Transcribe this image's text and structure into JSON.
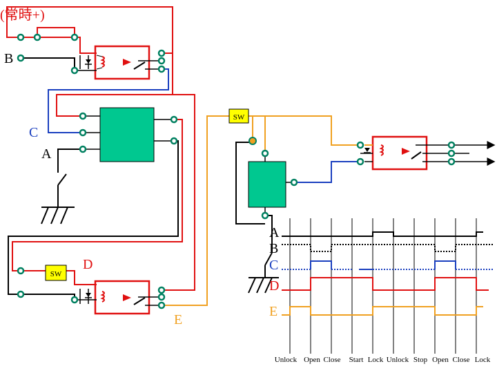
{
  "labels": {
    "power": "(常時+)",
    "B": "B",
    "C": "C",
    "A": "A",
    "D": "D",
    "E": "E",
    "sw1": "SW",
    "sw2": "SW"
  },
  "timing": {
    "signals": [
      {
        "name": "A",
        "color": "#000000"
      },
      {
        "name": "B",
        "color": "#000000"
      },
      {
        "name": "C",
        "color": "#1a3fbf"
      },
      {
        "name": "D",
        "color": "#e01010"
      },
      {
        "name": "E",
        "color": "#f0a020"
      }
    ],
    "events": [
      "Unlock",
      "Open",
      "Close",
      "Start",
      "Lock",
      "Unlock",
      "Stop",
      "Open",
      "Close",
      "Lock"
    ]
  },
  "colors": {
    "red": "#e01010",
    "blue": "#1a3fbf",
    "orange": "#f0a020",
    "green": "#00c890",
    "yellow": "#ffff00",
    "terminal": "#008060"
  }
}
